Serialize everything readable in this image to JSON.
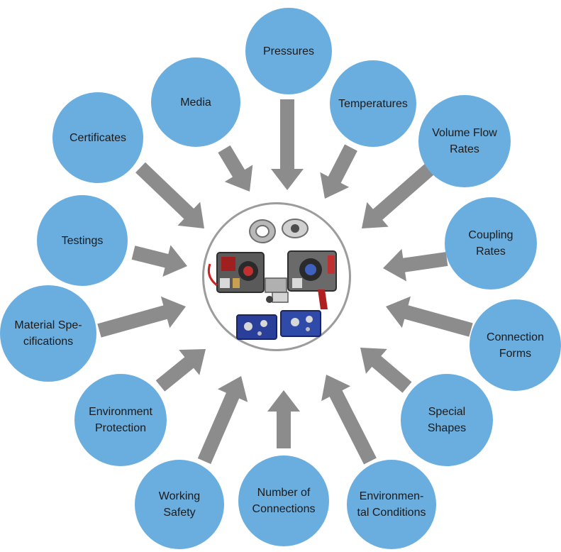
{
  "colors": {
    "node_fill": "#6aaee0",
    "arrow_fill": "#8c8c8c",
    "center_border": "#9c9c9c",
    "label_color": "#1a1a1a"
  },
  "center": {
    "icon": "coupling-products-photo"
  },
  "nodes": [
    {
      "id": "pressures",
      "label": "Pressures"
    },
    {
      "id": "temperatures",
      "label": "Temperatures"
    },
    {
      "id": "volume-flow-rates",
      "label": "Volume Flow\nRates"
    },
    {
      "id": "coupling-rates",
      "label": "Coupling\nRates"
    },
    {
      "id": "connection-forms",
      "label": "Connection\nForms"
    },
    {
      "id": "special-shapes",
      "label": "Special\nShapes"
    },
    {
      "id": "environmental-conditions",
      "label": "Environmen-\ntal Conditions"
    },
    {
      "id": "number-of-connections",
      "label": "Number of\nConnections"
    },
    {
      "id": "working-safety",
      "label": "Working\nSafety"
    },
    {
      "id": "environment-protection",
      "label": "Environment\nProtection"
    },
    {
      "id": "material-specifications",
      "label": "Material Spe-\ncifications"
    },
    {
      "id": "testings",
      "label": "Testings"
    },
    {
      "id": "certificates",
      "label": "Certificates"
    },
    {
      "id": "media",
      "label": "Media"
    }
  ]
}
